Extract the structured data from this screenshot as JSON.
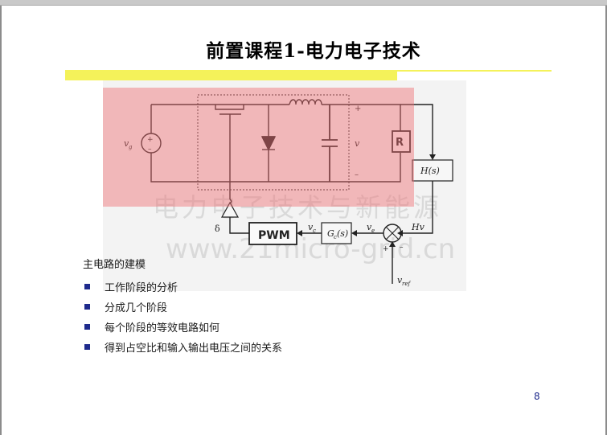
{
  "slide": {
    "title": "前置课程1-电力电子技术",
    "page_number": "8"
  },
  "circuit": {
    "source_label": "v",
    "source_label_sub": "g",
    "output_label": "v",
    "plus_sign": "+",
    "minus_sign": "–",
    "load_label": "R",
    "sensor_label": "H(s)",
    "pwm_label": "PWM",
    "compensator_label": "G",
    "compensator_sub": "c",
    "compensator_arg": "(s)",
    "duty_label": "δ",
    "vc_label": "v",
    "vc_sub": "c",
    "ve_label": "v",
    "ve_sub": "e",
    "hv_label": "Hv",
    "vref_label": "v",
    "vref_sub": "ref",
    "summing_minus": "–",
    "summing_plus": "+"
  },
  "watermark": {
    "line1": "电力电子技术与新能源",
    "line2": "www.21micro-grid.cn"
  },
  "content": {
    "subheading": "主电路的建模",
    "bullets": [
      "工作阶段的分析",
      "分成几个阶段",
      "每个阶段的等效电路如何",
      "得到占空比和输入输出电压之间的关系"
    ]
  },
  "colors": {
    "highlight": "#f4f25a",
    "bullet": "#1e2a8c",
    "overlay": "#f06e73"
  }
}
